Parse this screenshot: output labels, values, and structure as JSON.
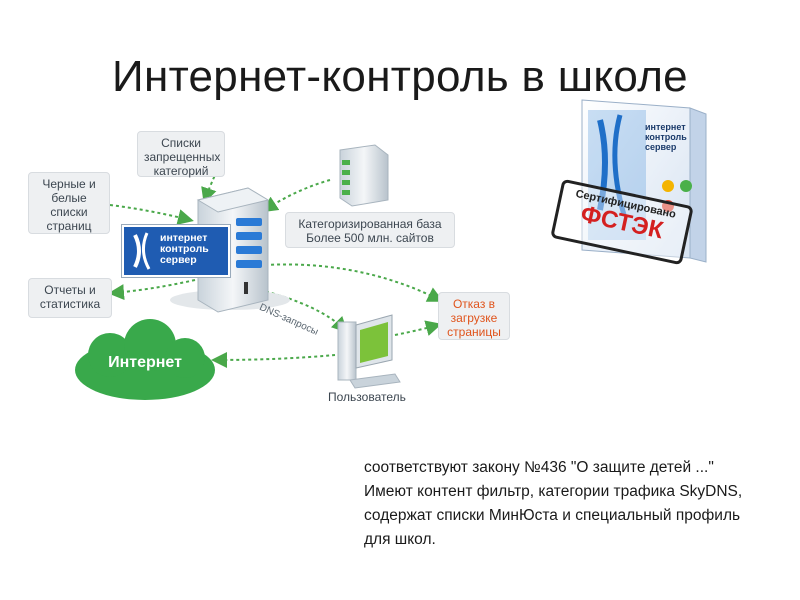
{
  "title": "Интернет-контроль в школе",
  "diagram": {
    "box_lists": "Списки\nзапрещенных\nкатегорий",
    "box_blackwhite": "Черные и\nбелые\nсписки\nстраниц",
    "box_category_db": "Категоризированная база\nБолее 500 млн. сайтов",
    "box_reports": "Отчеты и\nстатистика",
    "box_refusal": "Отказ в\nзагрузке\nстраницы",
    "cloud_label": "Интернет",
    "dns_label": "DNS-запросы",
    "user_label": "Пользователь",
    "server_logo": "интернет\nконтроль\nсервер",
    "colors": {
      "arrow": "#4aa84a",
      "cloud": "#39a94b",
      "logo_bg": "#1f5cb2",
      "refusal": "#e0541c"
    }
  },
  "product": {
    "box_text": "интернет\nконтроль\nсервер",
    "stamp_top": "Сертифицировано",
    "stamp_main": "ФСТЭК"
  },
  "note": "соответствуют закону №436 \"О защите детей ...\" Имеют контент фильтр, категории трафика SkyDNS, содержат списки МинЮста и специальный профиль для школ."
}
